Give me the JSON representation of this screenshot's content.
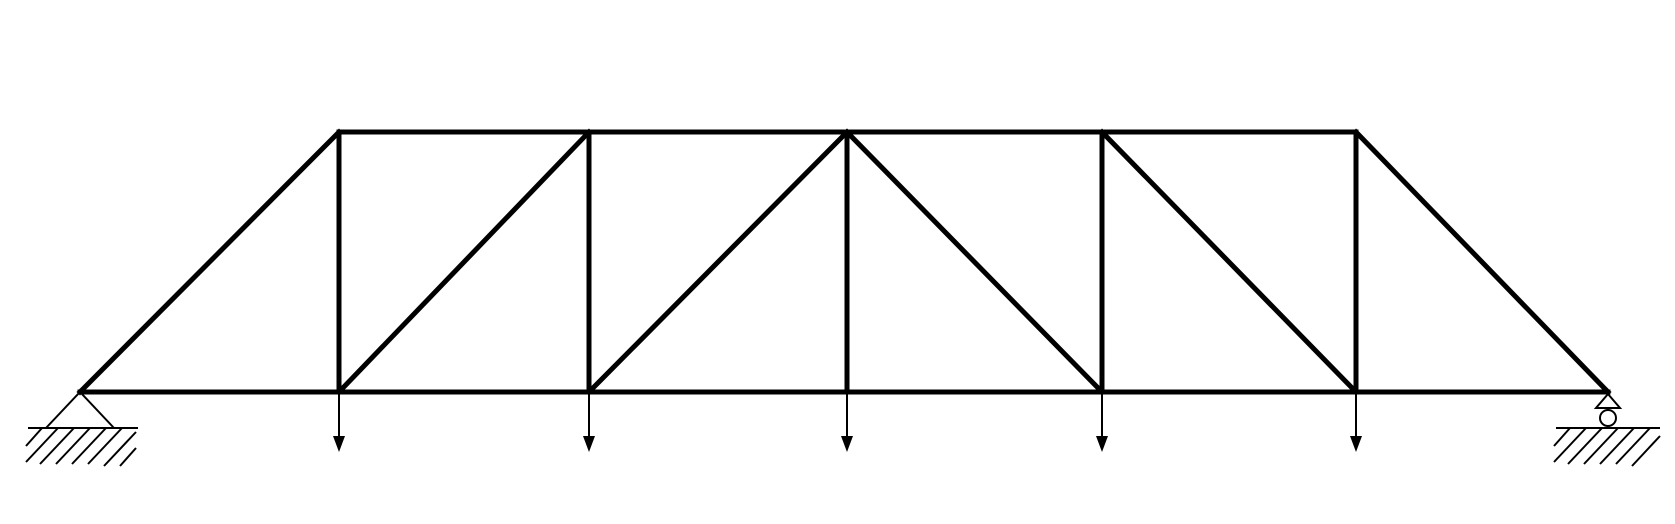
{
  "diagram": {
    "type": "pratt-truss",
    "panels": 6,
    "line_color": "#000000",
    "background": "#ffffff",
    "supports": {
      "left": "pin-support",
      "right": "roller-support"
    },
    "loads": {
      "count": 5,
      "direction": "downward",
      "at": "interior-bottom-joints"
    }
  }
}
